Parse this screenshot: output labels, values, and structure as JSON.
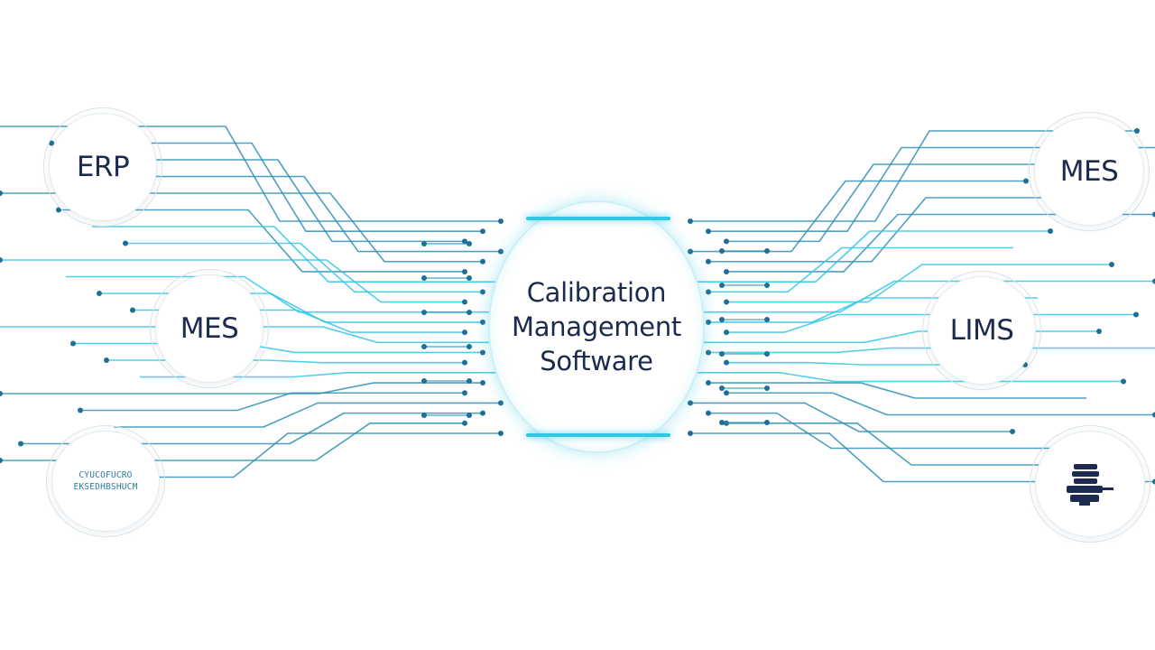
{
  "diagram": {
    "hub": {
      "label": "Calibration\nManagement\nSoftware",
      "icon": "hub-circle"
    },
    "nodes": [
      {
        "id": "node-erp",
        "label": "ERP"
      },
      {
        "id": "node-mes-l",
        "label": "MES"
      },
      {
        "id": "node-misc",
        "label": "CYUCOFUCRO\nEKSEDHBSHUCM"
      },
      {
        "id": "node-mes-r",
        "label": "MES"
      },
      {
        "id": "node-lims",
        "label": "LIMS"
      },
      {
        "id": "node-equip",
        "label": "",
        "icon": "equipment-icon"
      }
    ],
    "colors": {
      "accent": "#31c7e6",
      "line": "#2f8fb4",
      "dot": "#1f6f97",
      "text": "#1b2a4e"
    }
  }
}
